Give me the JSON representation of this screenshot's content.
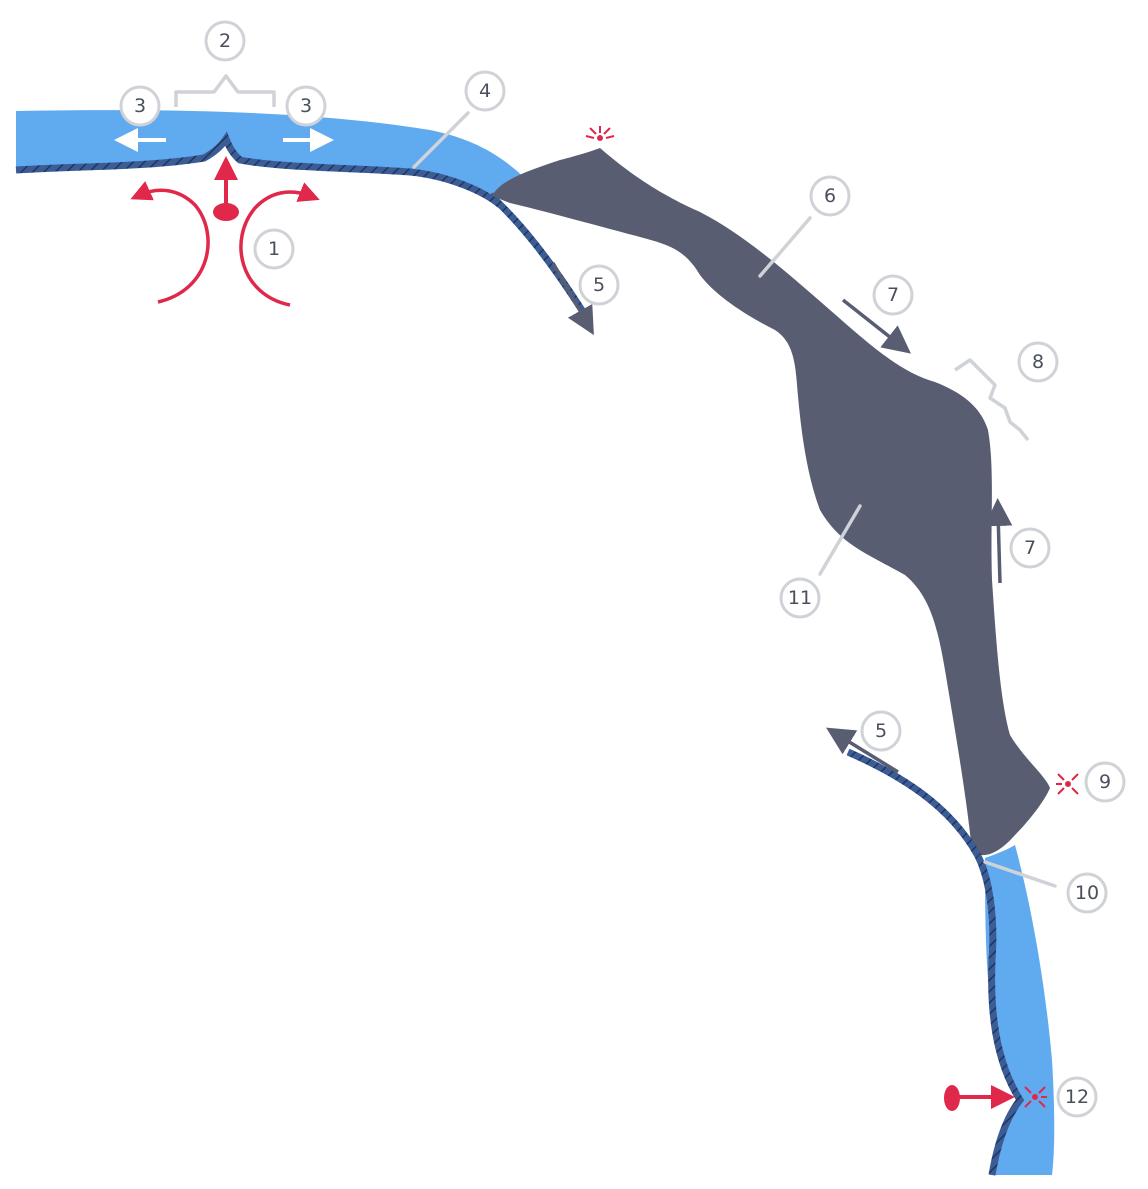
{
  "colors": {
    "ocean_crust": "#60aaf0",
    "continental_crust": "#585d72",
    "lithosphere_edge": "#3c5c96",
    "mantle_hotspot": "#e0284a",
    "callout_stroke": "#cfd2d6",
    "callout_text": "#4a4f5c",
    "motion_arrow": "#ffffff"
  },
  "callouts": [
    {
      "id": "c1",
      "label": "1"
    },
    {
      "id": "c2",
      "label": "2"
    },
    {
      "id": "c3a",
      "label": "3"
    },
    {
      "id": "c3b",
      "label": "3"
    },
    {
      "id": "c4",
      "label": "4"
    },
    {
      "id": "c5a",
      "label": "5"
    },
    {
      "id": "c5b",
      "label": "5"
    },
    {
      "id": "c6",
      "label": "6"
    },
    {
      "id": "c7a",
      "label": "7"
    },
    {
      "id": "c7b",
      "label": "7"
    },
    {
      "id": "c8",
      "label": "8"
    },
    {
      "id": "c9",
      "label": "9"
    },
    {
      "id": "c10",
      "label": "10"
    },
    {
      "id": "c11",
      "label": "11"
    },
    {
      "id": "c12",
      "label": "12"
    }
  ],
  "icons": {
    "convection": "convection-current-icon",
    "plume": "magma-plume-icon",
    "burst": "earthquake-burst-icon",
    "spreading": "spreading-arrow-icon",
    "motion": "plate-motion-arrow-icon"
  }
}
